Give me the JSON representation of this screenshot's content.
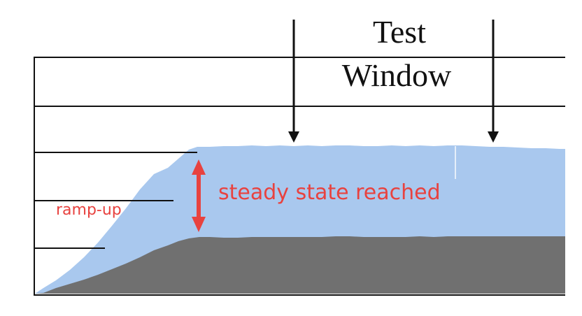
{
  "labels": {
    "test_line1": "Test",
    "test_line2": "Window",
    "steady": "steady state reached",
    "ramp": "ramp-up"
  },
  "colors": {
    "background": "#ffffff",
    "light_area": "#a9c8ee",
    "dark_area": "#707070",
    "accent_red": "#e8423f",
    "grid_line": "#111111",
    "arrow": "#111111"
  },
  "series": {
    "light_profile": "ramps from zero, then holds a steady plateau",
    "dark_profile": "ramps from zero, then holds a lower steady plateau"
  }
}
